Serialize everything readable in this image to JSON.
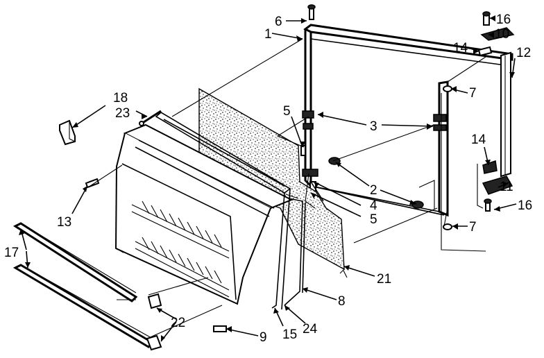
{
  "callouts": [
    {
      "id": "c1",
      "text": "1"
    },
    {
      "id": "c2",
      "text": "2"
    },
    {
      "id": "c3",
      "text": "3"
    },
    {
      "id": "c4",
      "text": "4"
    },
    {
      "id": "c5a",
      "text": "5"
    },
    {
      "id": "c5b",
      "text": "5"
    },
    {
      "id": "c6",
      "text": "6"
    },
    {
      "id": "c7a",
      "text": "7"
    },
    {
      "id": "c7b",
      "text": "7"
    },
    {
      "id": "c8",
      "text": "8"
    },
    {
      "id": "c9",
      "text": "9"
    },
    {
      "id": "c10",
      "text": "10"
    },
    {
      "id": "c11",
      "text": "11"
    },
    {
      "id": "c12",
      "text": "12"
    },
    {
      "id": "c13",
      "text": "13"
    },
    {
      "id": "c14a",
      "text": "14"
    },
    {
      "id": "c14b",
      "text": "14"
    },
    {
      "id": "c15",
      "text": "15"
    },
    {
      "id": "c16a",
      "text": "16"
    },
    {
      "id": "c16b",
      "text": "16"
    },
    {
      "id": "c17",
      "text": "17"
    },
    {
      "id": "c18",
      "text": "18"
    },
    {
      "id": "c21",
      "text": "21"
    },
    {
      "id": "c22",
      "text": "22"
    },
    {
      "id": "c23",
      "text": "23"
    },
    {
      "id": "c24",
      "text": "24"
    }
  ]
}
